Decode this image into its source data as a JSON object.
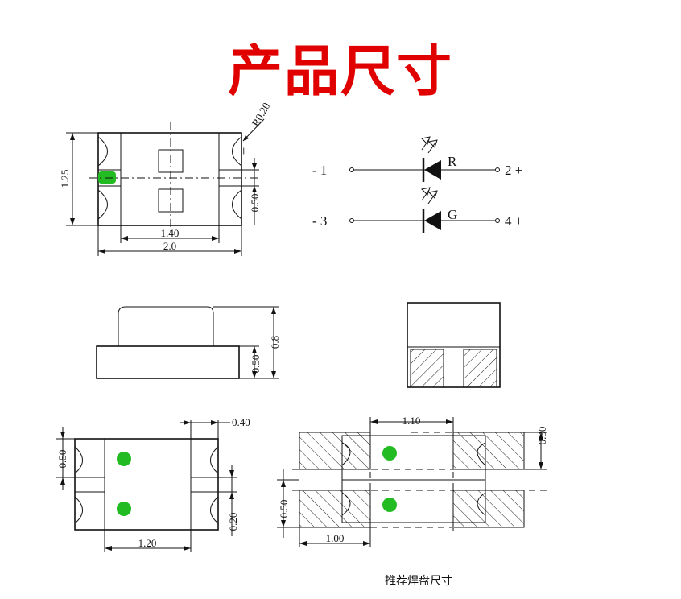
{
  "title": "产品尺寸",
  "top_view": {
    "radius": "R0.20",
    "height": "1.25",
    "pad_gap": "0.50",
    "inner_width": "1.40",
    "total_width": "2.0",
    "plus": "+"
  },
  "schematic": {
    "pin1": "- 1",
    "pin2": "2 +",
    "pin3": "- 3",
    "pin4": "4 +",
    "led1": "R",
    "led2": "G"
  },
  "side_view": {
    "base_height": "0.50",
    "total_height": "0.8"
  },
  "bottom_view": {
    "pad_height": "0.50",
    "pad_width": "0.40",
    "gap": "0.20",
    "width": "1.20"
  },
  "footprint": {
    "span": "1.10",
    "height": "0.30",
    "pitch": "0.50",
    "pad_length": "1.00",
    "caption": "推荐焊盘尺寸"
  },
  "colors": {
    "title": "#e00000",
    "led_dot": "#22bb22"
  }
}
